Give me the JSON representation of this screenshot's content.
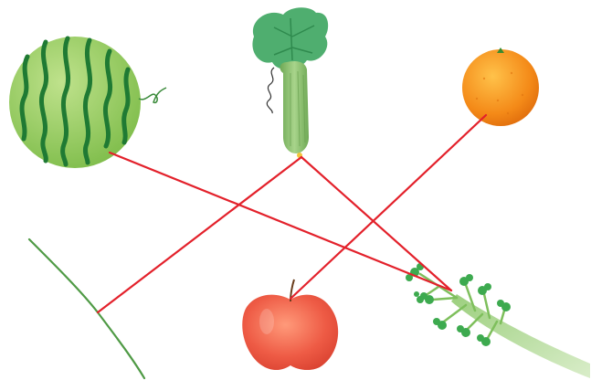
{
  "items": [
    {
      "id": "watermelon",
      "kind": "fruit"
    },
    {
      "id": "cucumber",
      "kind": "fruit"
    },
    {
      "id": "orange",
      "kind": "fruit"
    },
    {
      "id": "grass",
      "kind": "plant"
    },
    {
      "id": "apple",
      "kind": "fruit"
    },
    {
      "id": "celery",
      "kind": "vegetable"
    }
  ],
  "connections": [
    {
      "from": "watermelon",
      "to": "celery"
    },
    {
      "from": "cucumber",
      "to": "grass"
    },
    {
      "from": "cucumber",
      "to": "celery"
    },
    {
      "from": "orange",
      "to": "apple"
    }
  ],
  "colors": {
    "line": "#e3212b",
    "watermelon_rind": "#92c95b",
    "watermelon_stripe": "#1f7a33",
    "cucumber_body": "#8cc26a",
    "cucumber_leaf": "#4fae6f",
    "orange_peel": "#f08a1c",
    "apple_skin": "#ec5a47",
    "celery_stalk": "#c8e3b0",
    "celery_leaf": "#3daa4f",
    "grass_stem": "#4f9a45"
  }
}
